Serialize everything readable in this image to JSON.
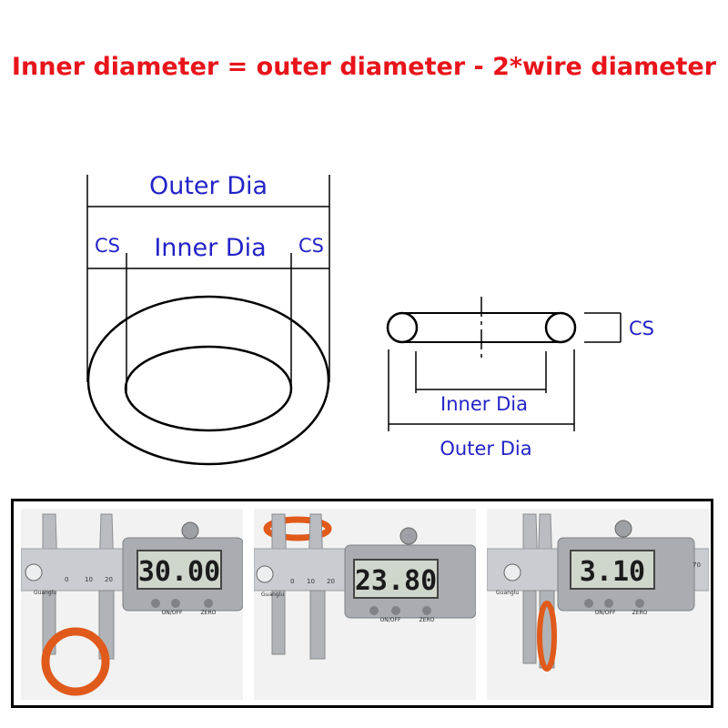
{
  "formula": "Inner diameter = outer diameter - 2*wire diameter",
  "colors": {
    "formula": "#e8141b",
    "labels": "#2323c8",
    "lines": "#000000",
    "oring": "#e05a1c"
  },
  "ring_diagram": {
    "outer_label": "Outer Dia",
    "inner_label": "Inner Dia",
    "cs_left": "CS",
    "cs_right": "CS"
  },
  "cross_section": {
    "cs_label": "CS",
    "inner_label": "Inner Dia",
    "outer_label": "Outer Dia"
  },
  "photos": [
    {
      "reading": "30.00",
      "brand": "Guanglu",
      "buttons": [
        "ON/OFF",
        "ZERO"
      ],
      "scale": [
        "0",
        "10",
        "20"
      ],
      "subject": "outer-diameter"
    },
    {
      "reading": "23.80",
      "brand": "Guanglu",
      "buttons": [
        "ON/OFF",
        "ZERO"
      ],
      "scale": [
        "0",
        "10",
        "20"
      ],
      "subject": "inner-diameter"
    },
    {
      "reading": "3.10",
      "brand": "Guanglu",
      "buttons": [
        "ON/OFF",
        "ZERO"
      ],
      "scale": [
        "70"
      ],
      "subject": "cross-section"
    }
  ]
}
